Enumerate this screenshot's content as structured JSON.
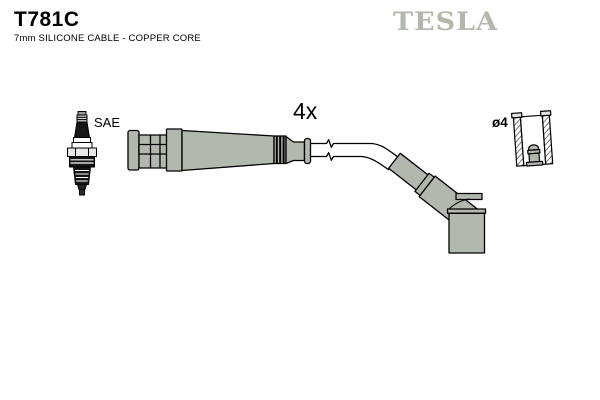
{
  "header": {
    "part_number": "T781C",
    "subtitle": "7mm SILICONE CABLE - COPPER CORE",
    "brand": "TESLA",
    "brand_color": "#b2b8ac"
  },
  "diagram": {
    "spark_plug_label": "SAE",
    "quantity_label": "4x",
    "terminal_diameter_label": "ø4",
    "part_fill_color": "#b3b8af",
    "outline_color": "#000000",
    "background_color": "#ffffff",
    "components": [
      "spark-plug",
      "straight-distributor-boot",
      "silicone-cable-with-break-symbol",
      "angled-spark-plug-boot",
      "terminal-cap-cross-section"
    ]
  }
}
